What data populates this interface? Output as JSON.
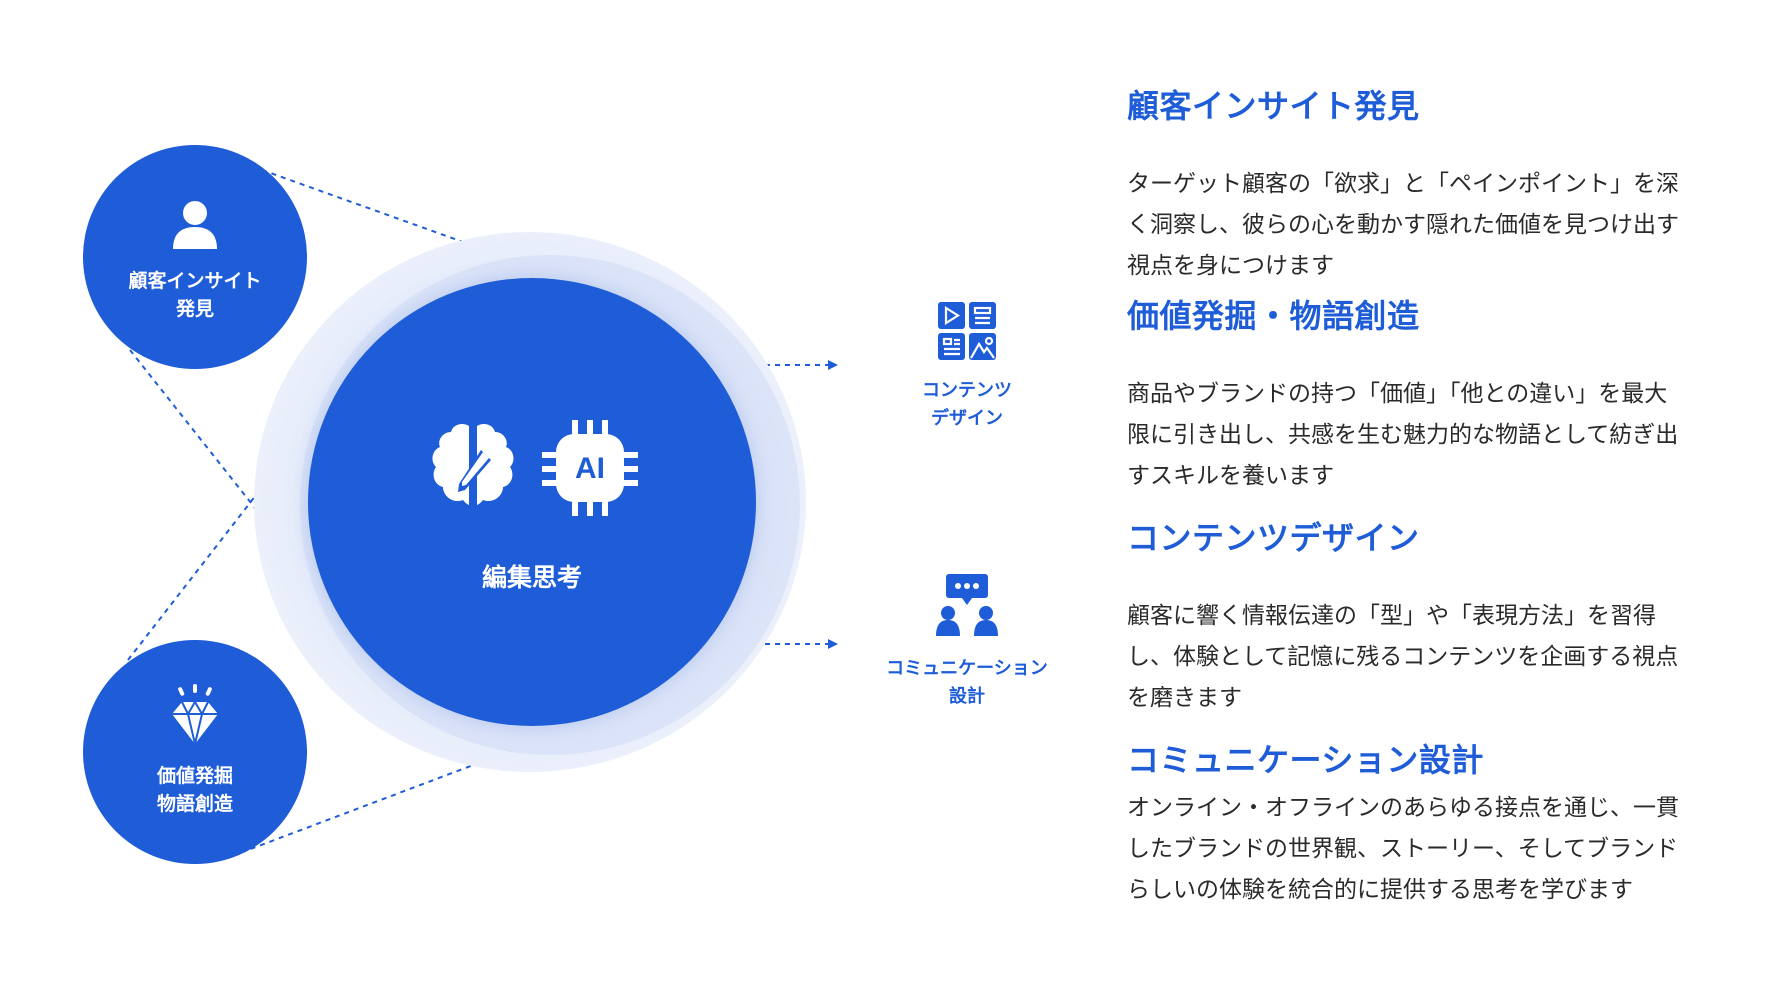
{
  "diagram": {
    "center": {
      "label": "編集思考",
      "icons": [
        "brain-pencil-icon",
        "ai-chip-icon"
      ],
      "chip_text": "AI"
    },
    "left_nodes": [
      {
        "line1": "顧客インサイト",
        "line2": "発見",
        "icon": "user-icon"
      },
      {
        "line1": "価値発掘",
        "line2": "物語創造",
        "icon": "diamond-icon"
      }
    ],
    "right_nodes": [
      {
        "line1": "コンテンツ",
        "line2": "デザイン",
        "icon": "content-grid-icon"
      },
      {
        "line1": "コミュニケーション",
        "line2": "設計",
        "icon": "people-chat-icon"
      }
    ],
    "colors": {
      "primary": "#1e5cd8",
      "halo": "#e6ecfa",
      "text": "#2a2a2a"
    }
  },
  "sections": [
    {
      "title": "顧客インサイト発見",
      "lines": [
        "ターゲット顧客の「欲求」と「ペインポイント」を深",
        "く洞察し、彼らの心を動かす隠れた価値を見つけ出す",
        "視点を身につけます"
      ]
    },
    {
      "title": "価値発掘・物語創造",
      "lines": [
        "商品やブランドの持つ「価値」「他との違い」を最大",
        "限に引き出し、共感を生む魅力的な物語として紡ぎ出",
        "すスキルを養います"
      ]
    },
    {
      "title": "コンテンツデザイン",
      "lines": [
        "顧客に響く情報伝達の「型」や「表現方法」を習得",
        "し、体験として記憶に残るコンテンツを企画する視点",
        "を磨きます"
      ]
    },
    {
      "title": "コミュニケーション設計",
      "lines": [
        "オンライン・オフラインのあらゆる接点を通じ、一貫",
        "したブランドの世界観、ストーリー、そしてブランド",
        "らしいの体験を統合的に提供する思考を学びます"
      ]
    }
  ]
}
